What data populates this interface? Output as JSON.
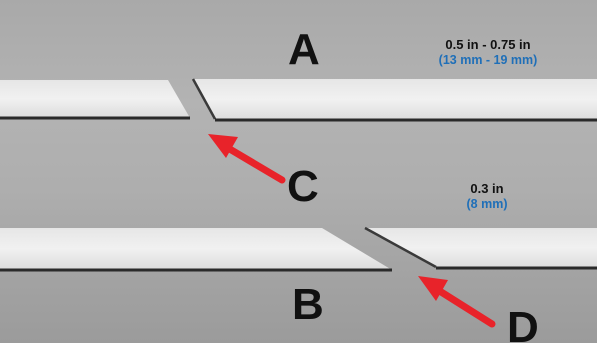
{
  "labels": {
    "a": "A",
    "b": "B",
    "c": "C",
    "d": "D"
  },
  "dimensions": {
    "top": {
      "imperial": "0.5 in - 0.75 in",
      "metric": "(13 mm - 19 mm)"
    },
    "bottom": {
      "imperial": "0.3 in",
      "metric": "(8 mm)"
    }
  },
  "colors": {
    "background": "#aeaeae",
    "plate": "#ededed",
    "plate_edge": "#2a2a2a",
    "arrow": "#e8232a",
    "metric_text": "#1f6fb8"
  }
}
